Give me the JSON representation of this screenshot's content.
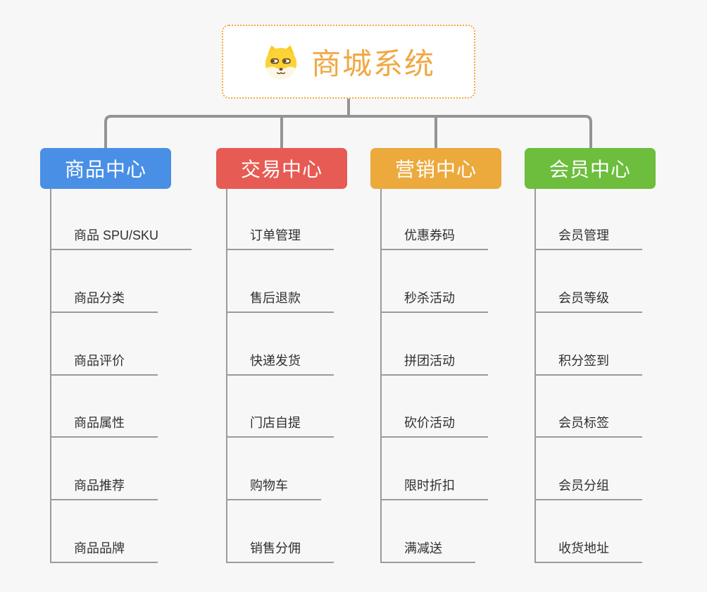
{
  "root": {
    "title": "商城系统",
    "icon": "shiba-dog-icon",
    "border_color": "#F2A93C",
    "title_color": "#F0A843"
  },
  "background_color": "#F7F7F7",
  "connector_color": "#949494",
  "leaf_line_color": "#9B9B9B",
  "leaf_text_color": "#303030",
  "branches": [
    {
      "label": "商品中心",
      "color": "#4A8FE6",
      "children": [
        "商品 SPU/SKU",
        "商品分类",
        "商品评价",
        "商品属性",
        "商品推荐",
        "商品品牌"
      ]
    },
    {
      "label": "交易中心",
      "color": "#E65B53",
      "children": [
        "订单管理",
        "售后退款",
        "快递发货",
        "门店自提",
        "购物车",
        "销售分佣"
      ]
    },
    {
      "label": "营销中心",
      "color": "#ECA93C",
      "children": [
        "优惠券码",
        "秒杀活动",
        "拼团活动",
        "砍价活动",
        "限时折扣",
        "满减送"
      ]
    },
    {
      "label": "会员中心",
      "color": "#6CBE3C",
      "children": [
        "会员管理",
        "会员等级",
        "积分签到",
        "会员标签",
        "会员分组",
        "收货地址"
      ]
    }
  ]
}
